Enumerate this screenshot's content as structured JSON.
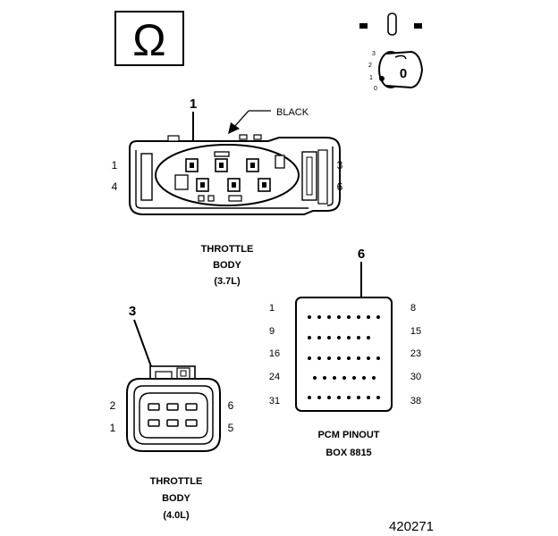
{
  "ohm_box": {
    "symbol": "Ω"
  },
  "ignition": {
    "positions": [
      "3",
      "2",
      "1",
      "0"
    ],
    "key_label": "0"
  },
  "throttle_body_37": {
    "callout_number": "1",
    "wire_label": "BLACK",
    "pin_labels": {
      "top_left": "1",
      "bottom_left": "4",
      "top_right": "3",
      "bottom_right": "6"
    },
    "caption": [
      "THROTTLE",
      "BODY",
      "(3.7L)"
    ]
  },
  "pcm_pinout": {
    "callout_number": "6",
    "left_labels": [
      "1",
      "9",
      "16",
      "24",
      "31"
    ],
    "right_labels": [
      "8",
      "15",
      "23",
      "30",
      "38"
    ],
    "caption": [
      "PCM PINOUT",
      "BOX 8815"
    ]
  },
  "throttle_body_40": {
    "callout_number": "3",
    "pin_labels": {
      "top_left": "2",
      "bottom_left": "1",
      "top_right": "6",
      "bottom_right": "5"
    },
    "caption": [
      "THROTTLE",
      "BODY",
      "(4.0L)"
    ]
  },
  "figure_id": "420271"
}
